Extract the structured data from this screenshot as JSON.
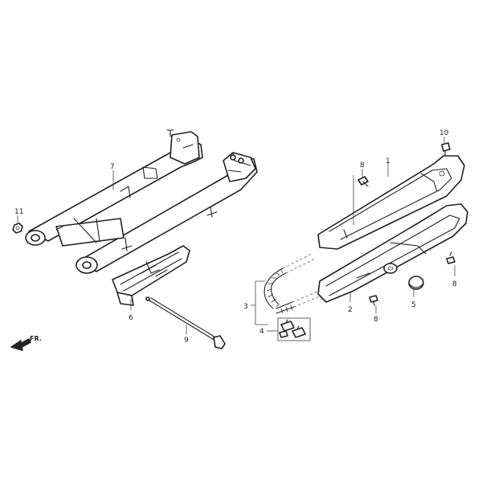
{
  "callouts": {
    "c1": "1",
    "c2": "2",
    "c3": "3",
    "c4": "4",
    "c5": "5",
    "c6": "6",
    "c7": "7",
    "c8a": "8",
    "c8b": "8",
    "c8c": "8",
    "c9": "9",
    "c10": "10",
    "c11": "11"
  },
  "direction_label": "FR."
}
